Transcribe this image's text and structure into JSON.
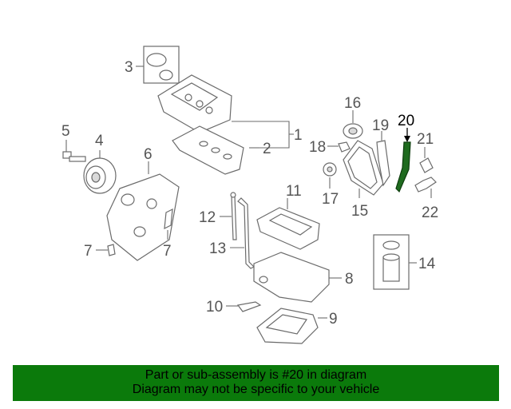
{
  "diagram": {
    "labels": {
      "l1": "1",
      "l2": "2",
      "l3": "3",
      "l4": "4",
      "l5": "5",
      "l6": "6",
      "l7a": "7",
      "l7b": "7",
      "l8": "8",
      "l9": "9",
      "l10": "10",
      "l11": "11",
      "l12": "12",
      "l13": "13",
      "l14": "14",
      "l15": "15",
      "l16": "16",
      "l17": "17",
      "l18": "18",
      "l19": "19",
      "l20": "20",
      "l21": "21",
      "l22": "22"
    },
    "highlighted_part": "20",
    "colors": {
      "line": "#6b6b6b",
      "highlight_part": "#1f6b1f",
      "banner": "#0b7a0b"
    }
  },
  "banner": {
    "line1": "Part or sub-assembly is #20 in diagram",
    "line2": "Diagram may not be specific to your vehicle"
  }
}
